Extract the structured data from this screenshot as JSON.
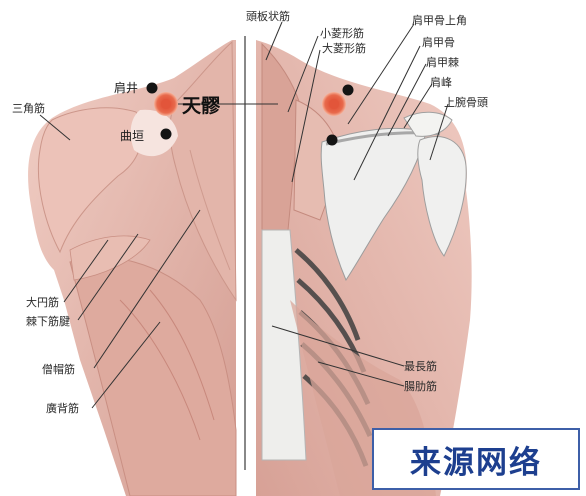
{
  "labels": {
    "left": {
      "sanjiaojin": "三角筋",
      "jianjing": "肩井",
      "tianzong": "天髎",
      "quyuan": "曲垣",
      "dayuanjin": "大円筋",
      "jixiajinjin": "棘下筋腱",
      "sengmaojin": "僧帽筋",
      "kuobeijin": "廣背筋"
    },
    "right": {
      "toubanzhuangjin": "頭板状筋",
      "xiaolingxingjin": "小菱形筋",
      "dalingxingjin": "大菱形筋",
      "jianjiagushangjiao": "肩甲骨上角",
      "jianjiagu": "肩甲骨",
      "jianjiaji": "肩甲棘",
      "jianfeng": "肩峰",
      "shangwanguto": "上腕骨頭",
      "zuichangjin": "最長筋",
      "ledongjin": "腸肋筋"
    }
  },
  "watermark": "来源网络",
  "colors": {
    "acupoint_fill": "#e2553a",
    "acupoint_ring": "#f4a386",
    "point_dot": "#141414",
    "muscle": "#dcaca0",
    "muscle_dark": "#c78c80",
    "bone": "#eeeeec",
    "watermark_border": "#3d5fa8",
    "watermark_text": "#1d3f8f"
  }
}
